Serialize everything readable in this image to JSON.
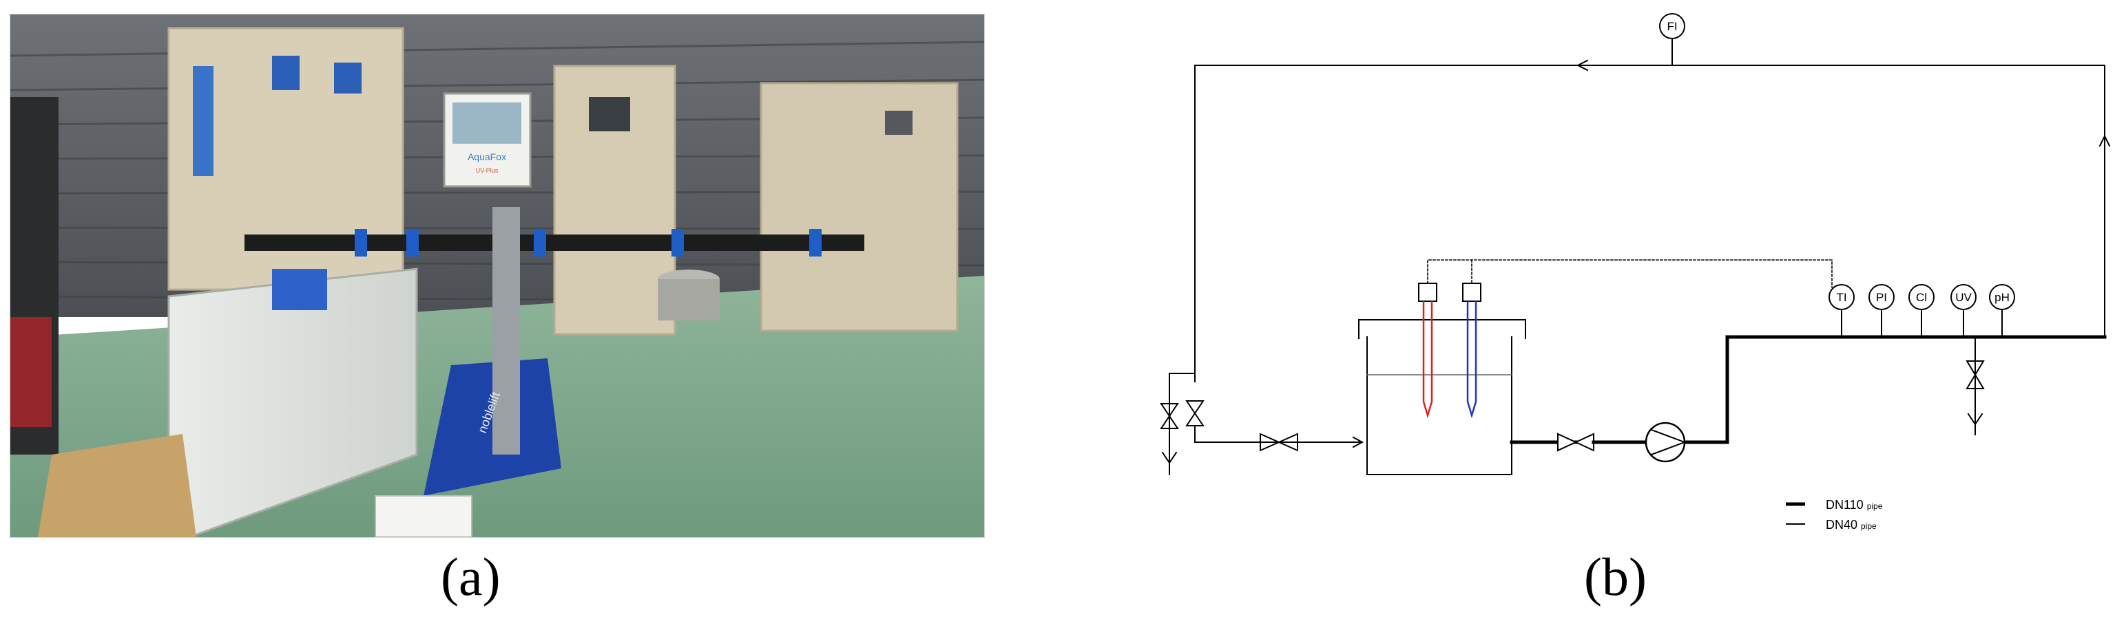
{
  "captions": {
    "a": "(a)",
    "b": "(b)"
  },
  "photo": {
    "monitor_brand": "AquaFox",
    "monitor_sub": "UV-Plus",
    "jack_brand": "noblelift"
  },
  "diagram": {
    "instruments": {
      "flow": "FI",
      "temperature": "TI",
      "pressure": "PI",
      "chlorine": "Cl",
      "uv": "UV",
      "ph": "pH"
    },
    "legend": {
      "thick_label": "DN110",
      "thick_suffix": "pipe",
      "thin_label": "DN40",
      "thin_suffix": "pipe"
    },
    "colors": {
      "hot_probe": "#e02020",
      "cold_probe": "#2233cc",
      "pipe": "#000000"
    }
  }
}
